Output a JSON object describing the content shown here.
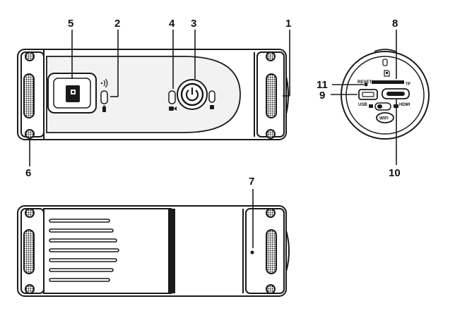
{
  "callouts": {
    "n1": "1",
    "n2": "2",
    "n3": "3",
    "n4": "4",
    "n5": "5",
    "n6": "6",
    "n7": "7",
    "n8": "8",
    "n9": "9",
    "n10": "10",
    "n11": "11"
  },
  "port_labels": {
    "reset": "RESET",
    "tf": "TF",
    "usb": "USB",
    "hdmi": "HDMI",
    "wifi": "WIFI"
  },
  "colors": {
    "stroke": "#1a1a1a",
    "body_fill": "#ffffff",
    "panel_fill": "#f2f2f2",
    "grip_fill": "#2a2a2a"
  },
  "icons": {
    "power": "power-icon",
    "wifi_signal": "wifi-signal-icon",
    "battery": "battery-icon",
    "camera": "camera-icon",
    "sd_card": "sd-card-icon"
  }
}
